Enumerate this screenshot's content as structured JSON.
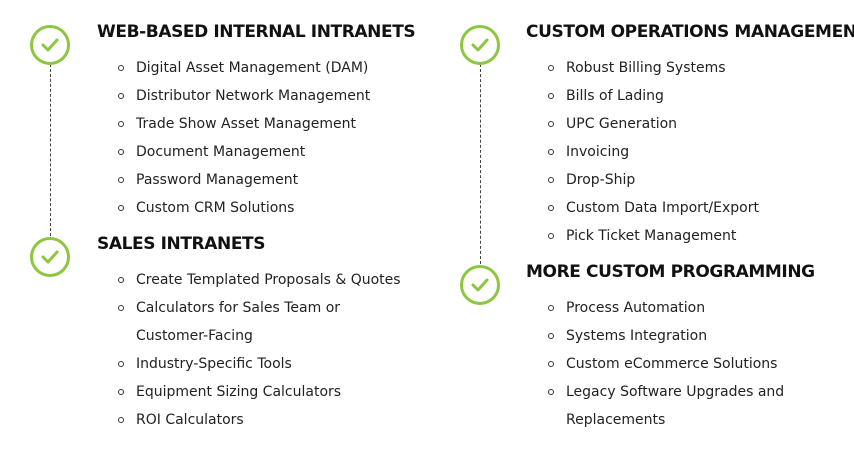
{
  "left": {
    "sections": [
      {
        "title": "WEB-BASED INTERNAL INTRANETS",
        "items": [
          "Digital Asset Management (DAM)",
          "Distributor Network Management",
          "Trade Show Asset Management",
          "Document Management",
          "Password Management",
          "Custom CRM Solutions"
        ]
      },
      {
        "title": "SALES INTRANETS",
        "items": [
          "Create Templated Proposals & Quotes",
          "Calculators for Sales Team or Customer-Facing",
          "Industry-Specific Tools",
          "Equipment Sizing Calculators",
          "ROI Calculators"
        ]
      }
    ]
  },
  "right": {
    "sections": [
      {
        "title": "CUSTOM OPERATIONS MANAGEMENT",
        "items": [
          "Robust Billing Systems",
          "Bills of Lading",
          "UPC Generation",
          "Invoicing",
          "Drop-Ship",
          "Custom Data Import/Export",
          "Pick Ticket Management"
        ]
      },
      {
        "title": "MORE CUSTOM PROGRAMMING",
        "items": [
          "Process Automation",
          "Systems Integration",
          "Custom eCommerce Solutions",
          "Legacy Software Upgrades and Replacements"
        ]
      }
    ]
  },
  "colors": {
    "accent": "#8dc63f",
    "text": "#222222",
    "connector": "#444444"
  },
  "icons": {
    "section_marker": "check-circle-icon"
  }
}
